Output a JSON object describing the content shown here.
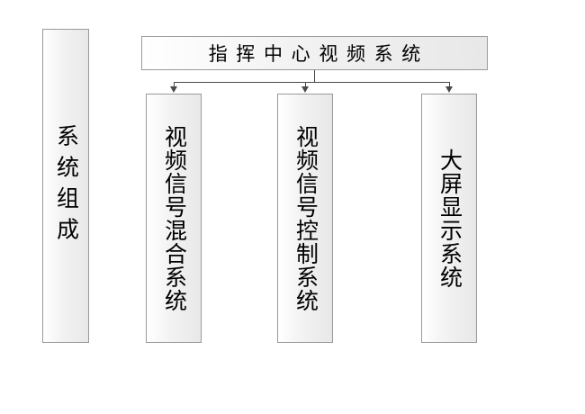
{
  "diagram": {
    "title_panel": {
      "label": "系统组成"
    },
    "header": {
      "label": "指挥中心视频系统"
    },
    "children": [
      {
        "label": "视频信号混合系统"
      },
      {
        "label": "视频信号控制系统"
      },
      {
        "label": "大屏显示系统"
      }
    ],
    "colors": {
      "box_border": "#9a9a9a",
      "box_fill_start": "#ffffff",
      "box_fill_end": "#e8e8e8",
      "connector": "#4a4a4a",
      "text": "#000000",
      "background": "#ffffff"
    }
  }
}
